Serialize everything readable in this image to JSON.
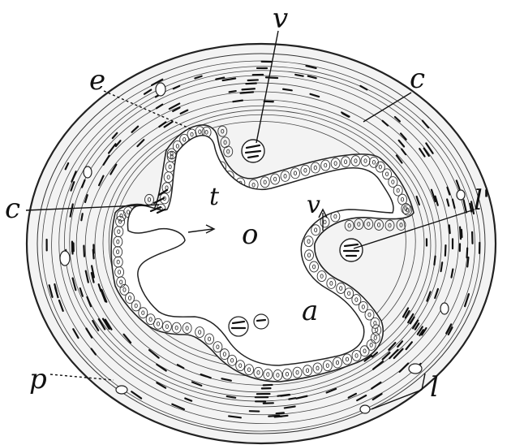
{
  "figure": {
    "labels": {
      "v_top": "v",
      "e": "e",
      "c_right": "c",
      "c_left": "c",
      "l_prime": "l'",
      "v_small": "v",
      "t": "t",
      "o": "o",
      "a": "a",
      "p": "p",
      "l": "l"
    }
  }
}
